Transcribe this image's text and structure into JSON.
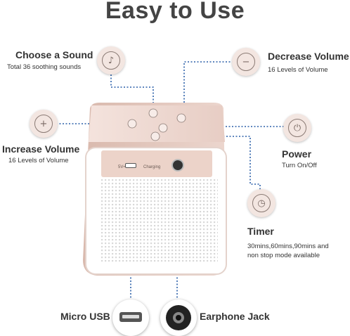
{
  "title": "Easy to Use",
  "features": {
    "choose_sound": {
      "title": "Choose a Sound",
      "desc": "Total 36 soothing sounds",
      "icon": "music-note-icon"
    },
    "decrease_volume": {
      "title": "Decrease Volume",
      "desc": "16 Levels of Volume",
      "icon": "minus-icon"
    },
    "increase_volume": {
      "title": "Increase Volume",
      "desc": "16 Levels of Volume",
      "icon": "plus-icon"
    },
    "power": {
      "title": "Power",
      "desc": "Turn On/Off",
      "icon": "power-icon"
    },
    "timer": {
      "title": "Timer",
      "desc_line1": "30mins,60mins,90mins and",
      "desc_line2": "non stop mode available",
      "icon": "clock-icon"
    },
    "micro_usb": {
      "title": "Micro USB"
    },
    "earphone_jack": {
      "title": "Earphone Jack"
    }
  },
  "device_panel": {
    "port_label": "5V⎓1A",
    "charging_label": "Charging"
  },
  "colors": {
    "accent_line": "#2a5fa8",
    "device_rose": "#e8cfc6",
    "button_bg": "#f3e6e1"
  }
}
